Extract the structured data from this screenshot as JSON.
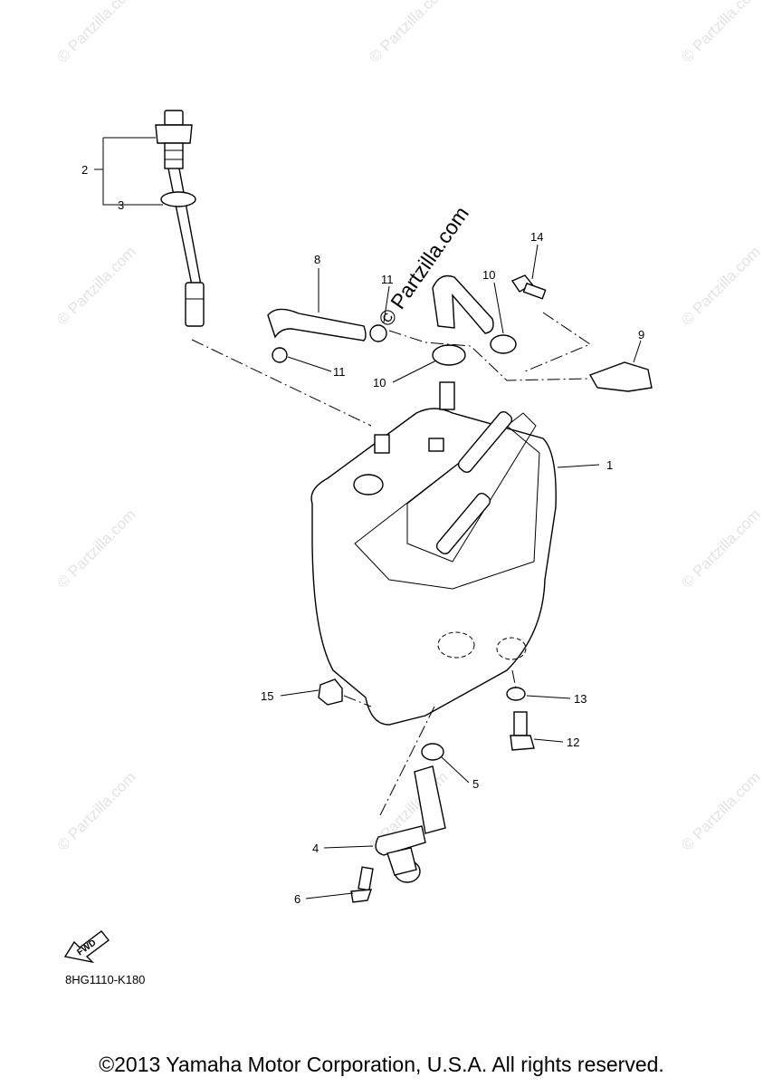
{
  "diagram": {
    "callouts": [
      {
        "id": "c1",
        "label": "1"
      },
      {
        "id": "c2",
        "label": "2"
      },
      {
        "id": "c3",
        "label": "3"
      },
      {
        "id": "c4",
        "label": "4"
      },
      {
        "id": "c5",
        "label": "5"
      },
      {
        "id": "c6",
        "label": "6"
      },
      {
        "id": "c8",
        "label": "8"
      },
      {
        "id": "c9",
        "label": "9"
      },
      {
        "id": "c10a",
        "label": "10"
      },
      {
        "id": "c10b",
        "label": "10"
      },
      {
        "id": "c11a",
        "label": "11"
      },
      {
        "id": "c11b",
        "label": "11"
      },
      {
        "id": "c12",
        "label": "12"
      },
      {
        "id": "c13",
        "label": "13"
      },
      {
        "id": "c14",
        "label": "14"
      },
      {
        "id": "c15",
        "label": "15"
      }
    ],
    "fwd_label": "FWD",
    "part_code": "8HG1110-K180",
    "watermark": "© Partzilla.com",
    "watermark_main": "© Partzilla.com"
  },
  "footer": {
    "copyright": "©2013 Yamaha Motor Corporation, U.S.A. All rights reserved."
  }
}
